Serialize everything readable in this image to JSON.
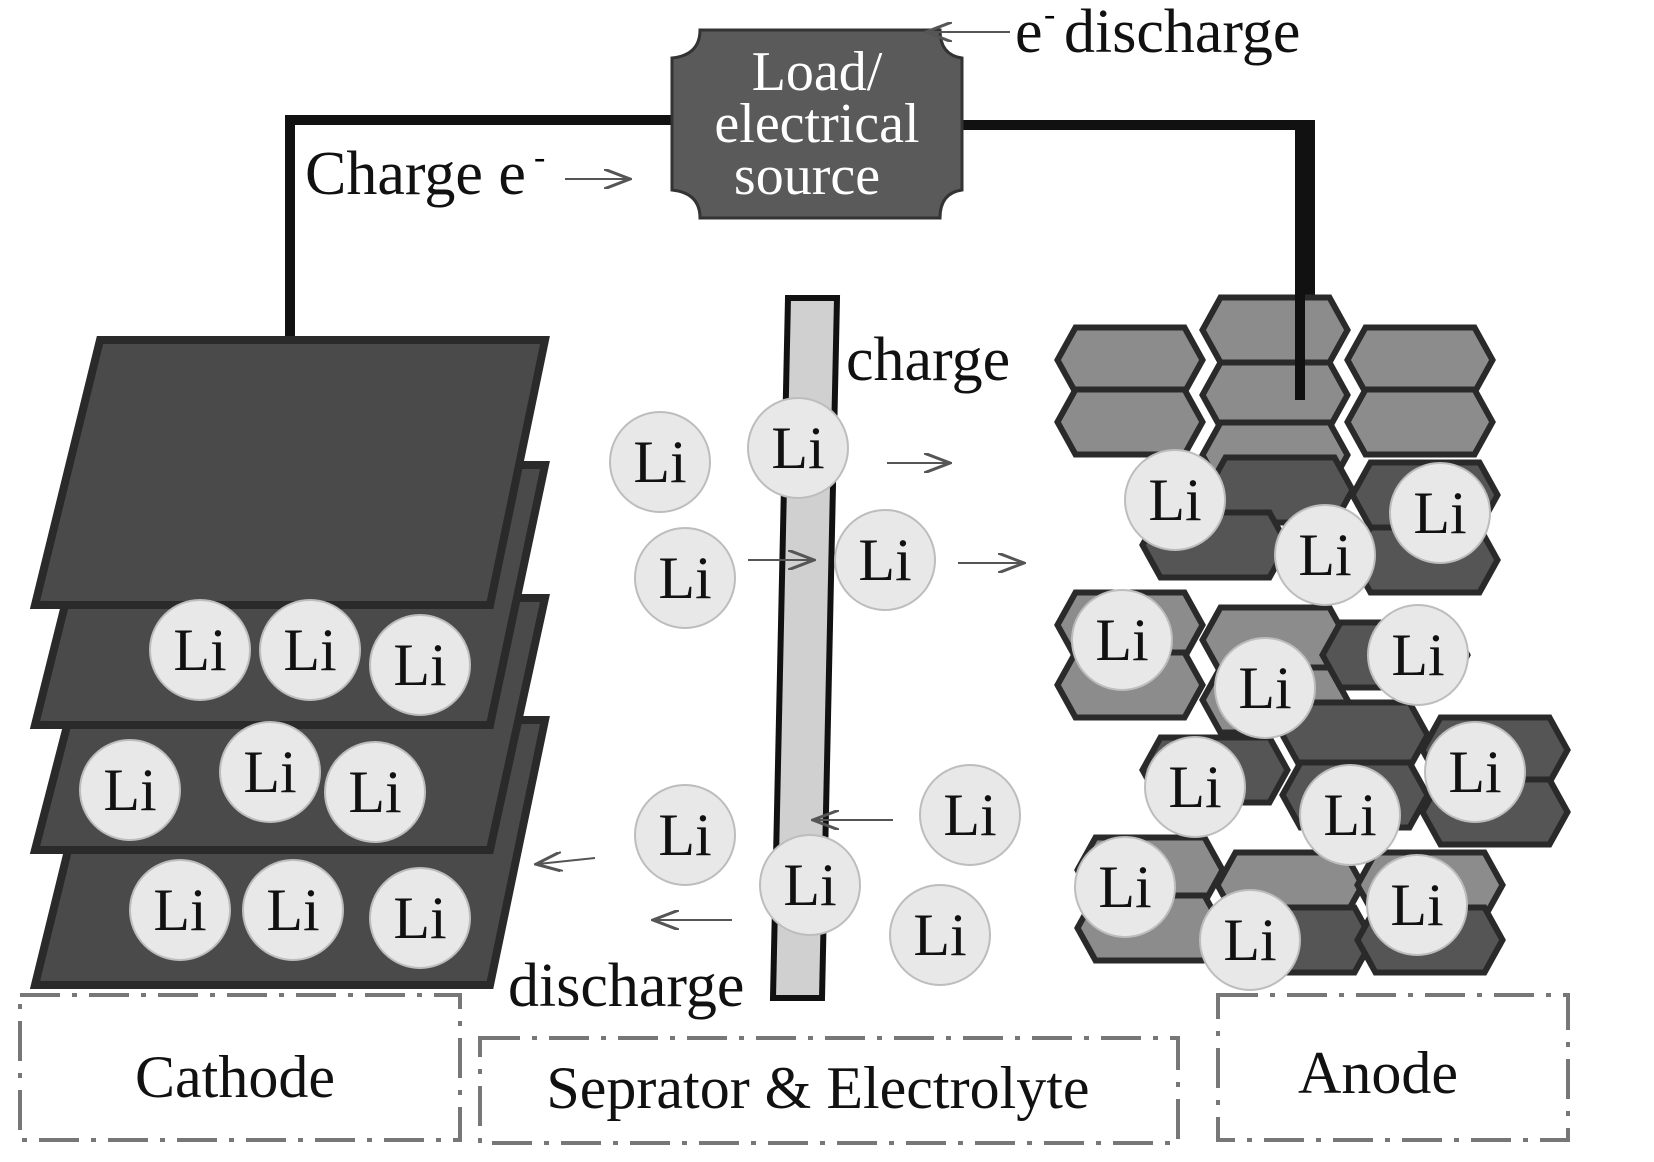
{
  "load_box": {
    "line1": "Load/",
    "line2": "electrical",
    "line3": "source"
  },
  "labels": {
    "discharge_electron": "e",
    "discharge_electron_sup": "-",
    "discharge_electron_word": "discharge",
    "charge_electron_word": "Charge e",
    "charge_electron_sup": "-",
    "charge": "charge",
    "discharge": "discharge"
  },
  "ion_symbol": "Li",
  "regions": {
    "cathode": "Cathode",
    "separator": "Seprator & Electrolyte",
    "anode": "Anode"
  },
  "colors": {
    "cathode_plate": "#4a4a4a",
    "anode_dark": "#555555",
    "anode_light": "#8c8c8c",
    "separator": "#d0d0d0",
    "ion_fill": "#e8e8e8",
    "load_box": "#5a5a5a",
    "wire": "#111111"
  }
}
